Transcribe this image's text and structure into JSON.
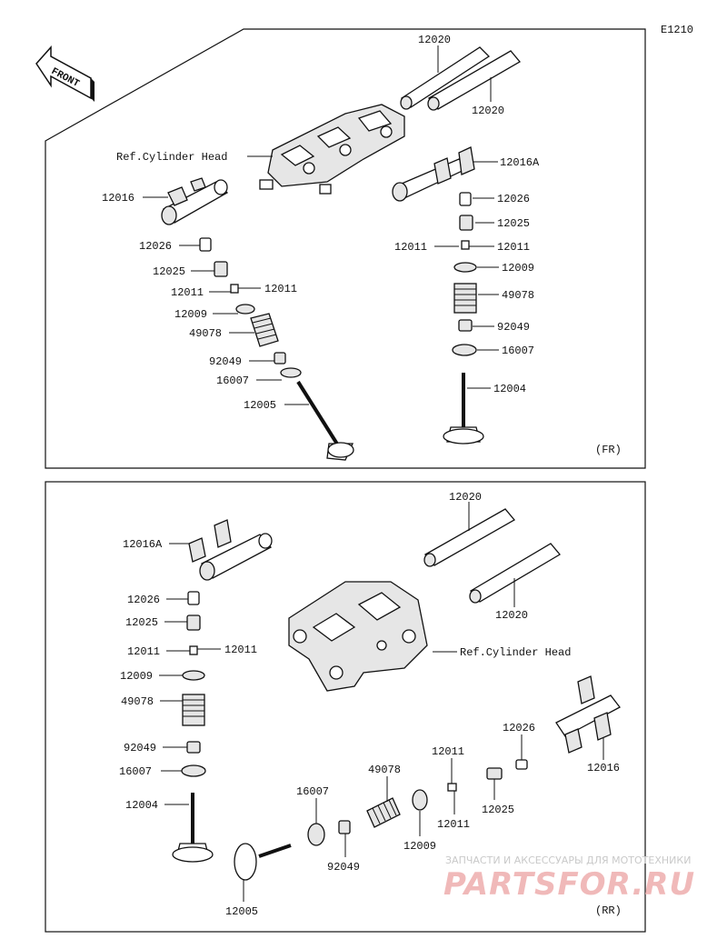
{
  "diagram_code": "E1210",
  "front_label": "FRONT",
  "panels": {
    "fr": {
      "tag": "(FR)"
    },
    "rr": {
      "tag": "(RR)"
    }
  },
  "labels": {
    "fr": [
      "12020",
      "12020",
      "Ref.Cylinder Head",
      "12016",
      "12016A",
      "12026",
      "12025",
      "12011",
      "12011",
      "12009",
      "49078",
      "92049",
      "16007",
      "12005",
      "12026",
      "12025",
      "12011",
      "12011",
      "12009",
      "49078",
      "92049",
      "16007",
      "12004"
    ],
    "rr": [
      "12020",
      "12020",
      "12016A",
      "Ref.Cylinder Head",
      "12026",
      "12025",
      "12011",
      "12011",
      "12009",
      "49078",
      "92049",
      "16007",
      "12004",
      "12026",
      "12016",
      "12011",
      "12025",
      "12011",
      "49078",
      "16007",
      "12009",
      "92049",
      "12005"
    ]
  },
  "watermark": {
    "line1": "ЗАПЧАСТИ И АКСЕССУАРЫ ДЛЯ МОТОТЕХНИКИ",
    "line2": "PARTSFOR.RU"
  }
}
